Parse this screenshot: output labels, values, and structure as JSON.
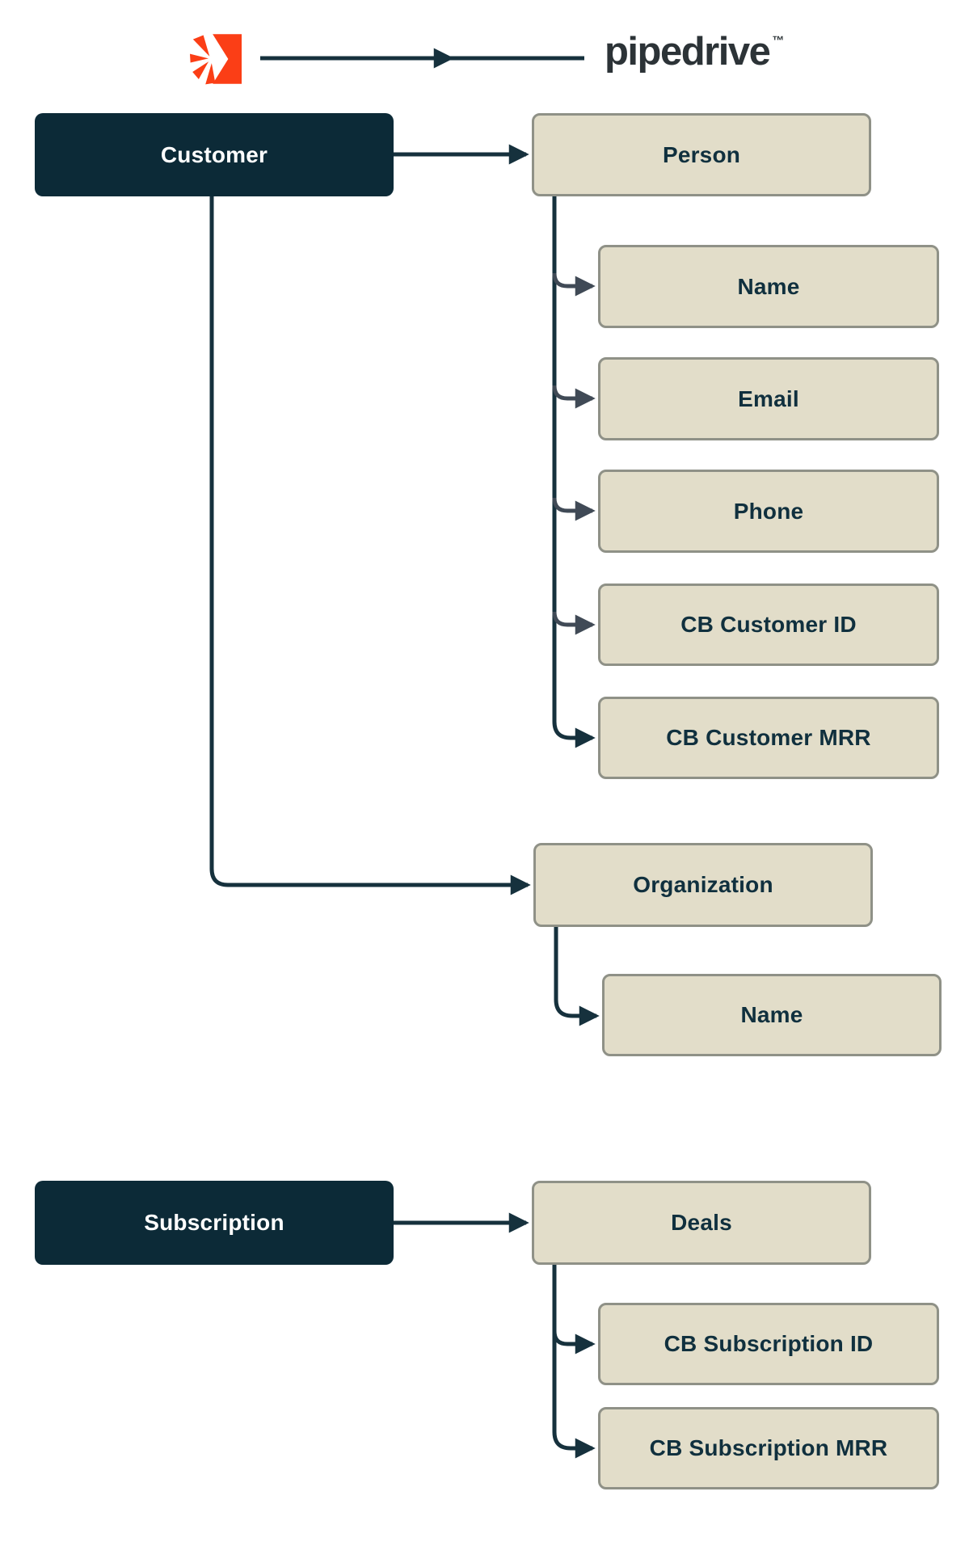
{
  "header": {
    "source_logo": "chargebee-mark",
    "target_logo": "pipedrive",
    "target_tm": "™"
  },
  "colors": {
    "navy_box": "#0c2a37",
    "beige_box_fill": "#e2ddc9",
    "beige_box_border": "#8f9187",
    "text_on_navy": "#ffffff",
    "text_on_beige": "#10303e",
    "connector_line": "#16313d",
    "connector_stub": "#404a56",
    "chargebee_orange": "#fb3e16",
    "pipedrive_wordmark": "#2c3337",
    "background": "#ffffff"
  },
  "diagram": {
    "customer": {
      "label": "Customer"
    },
    "person": {
      "label": "Person"
    },
    "person_fields": [
      {
        "label": "Name"
      },
      {
        "label": "Email"
      },
      {
        "label": "Phone"
      },
      {
        "label": "CB Customer ID"
      },
      {
        "label": "CB Customer MRR"
      }
    ],
    "organization": {
      "label": "Organization"
    },
    "organization_fields": [
      {
        "label": "Name"
      }
    ],
    "subscription": {
      "label": "Subscription"
    },
    "deals": {
      "label": "Deals"
    },
    "deal_fields": [
      {
        "label": "CB Subscription ID"
      },
      {
        "label": "CB Subscription MRR"
      }
    ]
  }
}
